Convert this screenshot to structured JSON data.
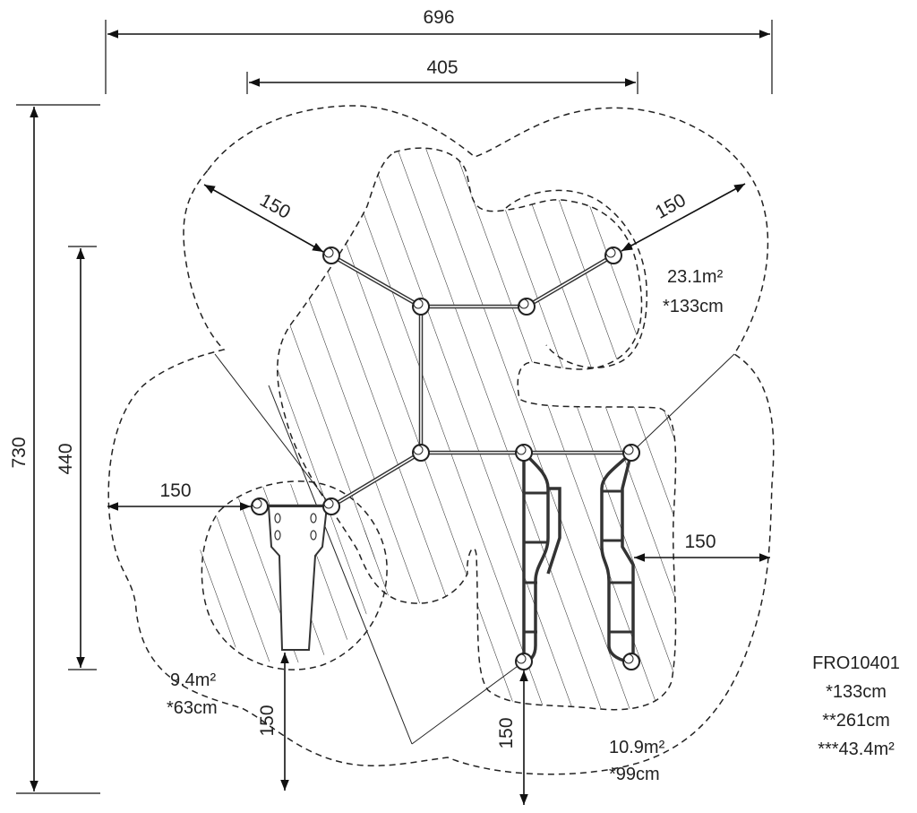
{
  "dimensions": {
    "overall_width": "696",
    "inner_width": "405",
    "overall_height": "730",
    "inner_height": "440",
    "clearance_left": "150",
    "clearance_right": "150",
    "clearance_top_left": "150",
    "clearance_top_right": "150",
    "clearance_bottom_left": "150",
    "clearance_bottom_right": "150"
  },
  "zones": [
    {
      "area": "23.1m²",
      "height": "*133cm"
    },
    {
      "area": "9.4m²",
      "height": "*63cm"
    },
    {
      "area": "10.9m²",
      "height": "*99cm"
    }
  ],
  "product": {
    "code": "FRO10401",
    "spec1": "*133cm",
    "spec2": "**261cm",
    "spec3": "***43.4m²"
  }
}
